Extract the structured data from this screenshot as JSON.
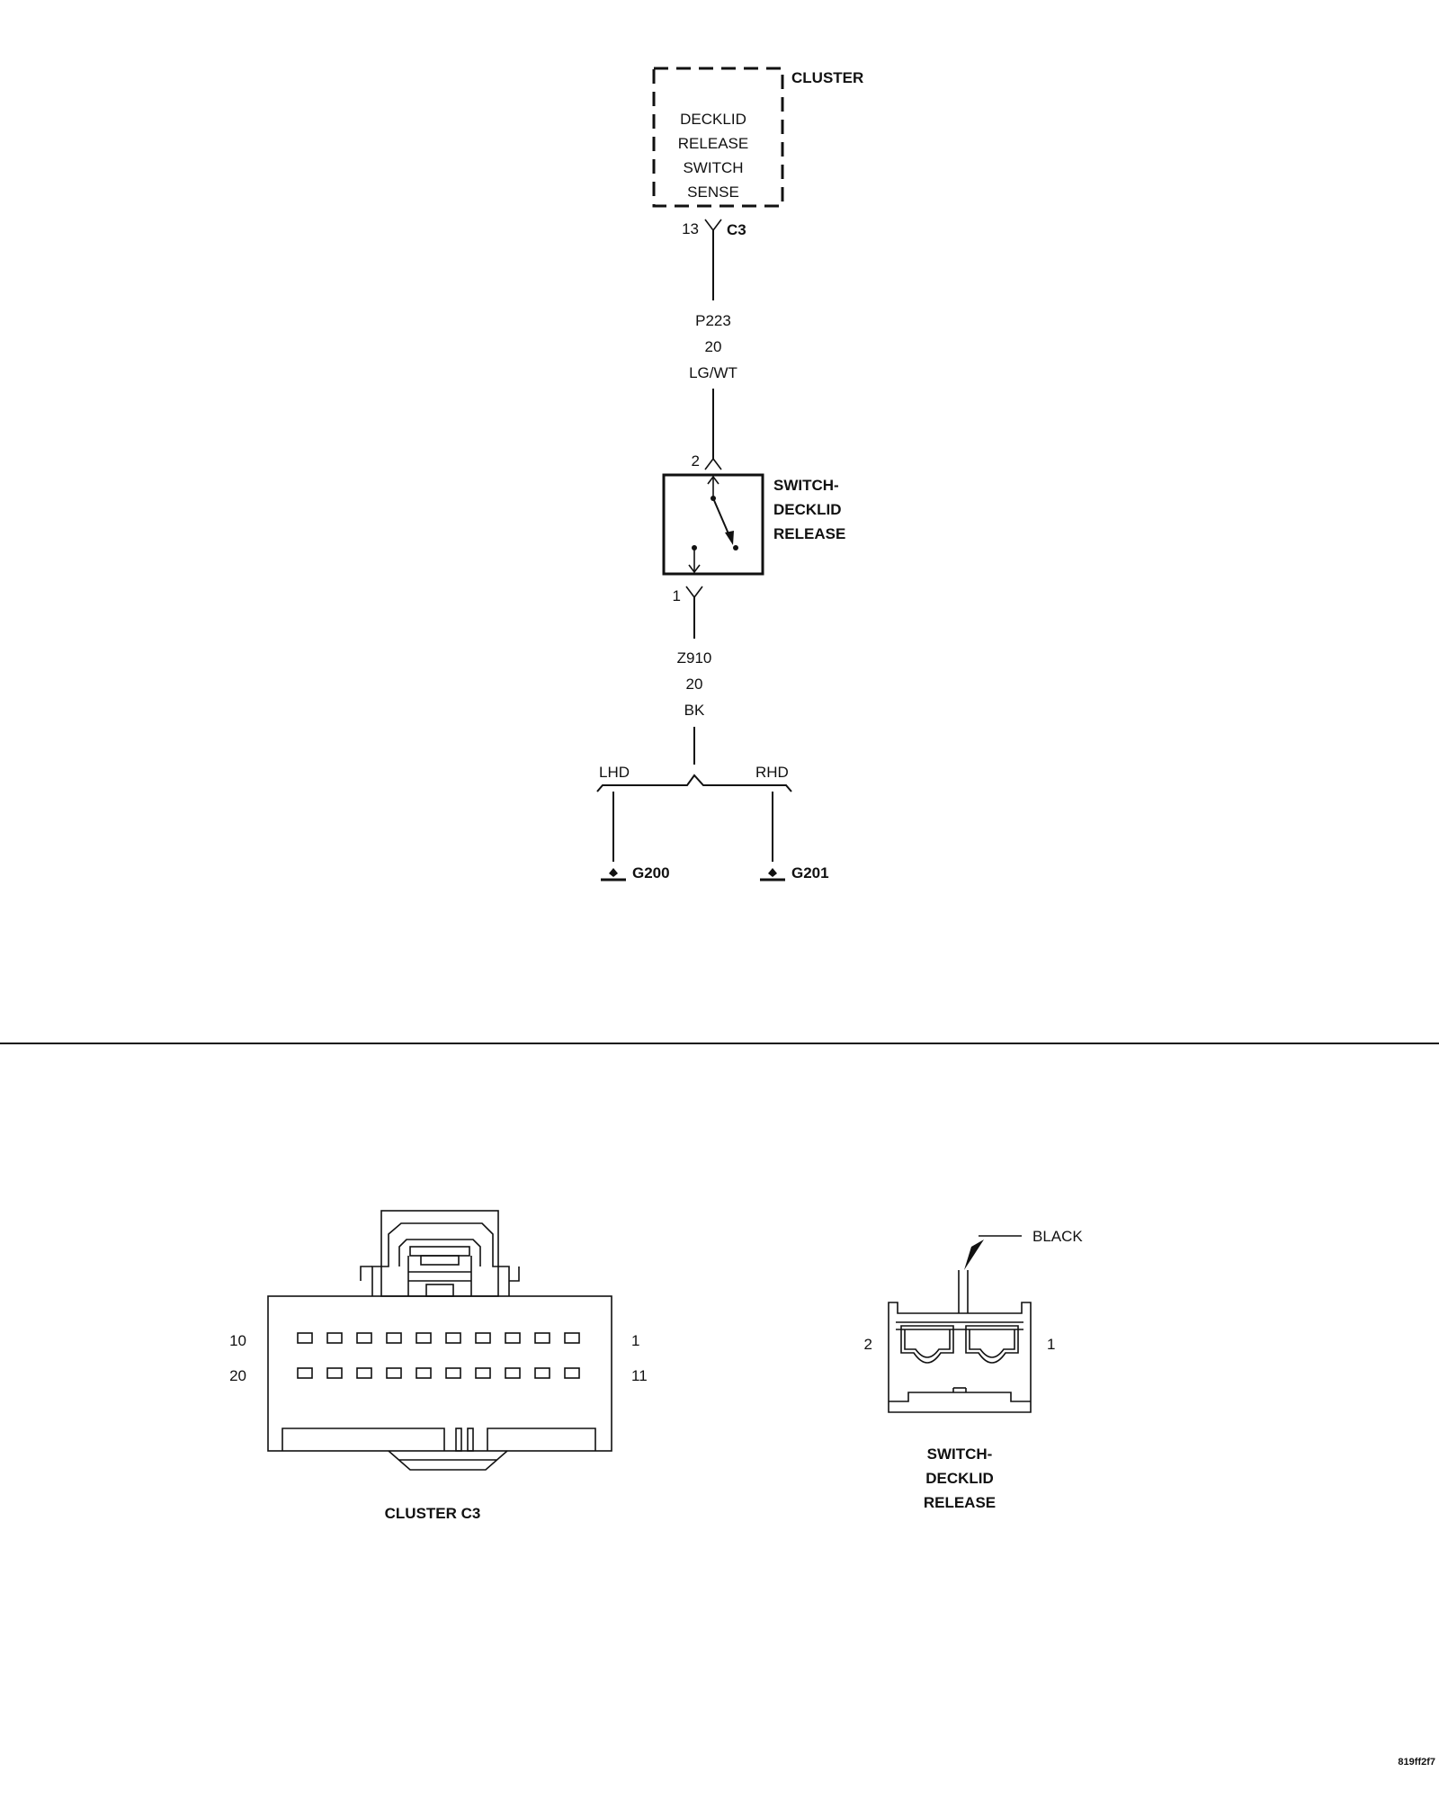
{
  "schematic": {
    "cluster": {
      "label": "CLUSTER",
      "function_lines": [
        "DECKLID",
        "RELEASE",
        "SWITCH",
        "SENSE"
      ],
      "connector": "C3",
      "pin": "13"
    },
    "wire_top": {
      "circuit": "P223",
      "gauge": "20",
      "color": "LG/WT"
    },
    "switch": {
      "label_lines": [
        "SWITCH-",
        "DECKLID",
        "RELEASE"
      ],
      "pin_top": "2",
      "pin_bottom": "1"
    },
    "wire_bottom": {
      "circuit": "Z910",
      "gauge": "20",
      "color": "BK"
    },
    "branches": [
      {
        "label": "LHD",
        "ground": "G200"
      },
      {
        "label": "RHD",
        "ground": "G201"
      }
    ]
  },
  "connector_views": {
    "cluster_c3": {
      "title": "CLUSTER C3",
      "row1_left": "10",
      "row1_right": "1",
      "row2_left": "20",
      "row2_right": "11"
    },
    "switch_connector": {
      "title_lines": [
        "SWITCH-",
        "DECKLID",
        "RELEASE"
      ],
      "color_callout": "BLACK",
      "pin_left": "2",
      "pin_right": "1"
    }
  },
  "figure_code": "819ff2f7"
}
